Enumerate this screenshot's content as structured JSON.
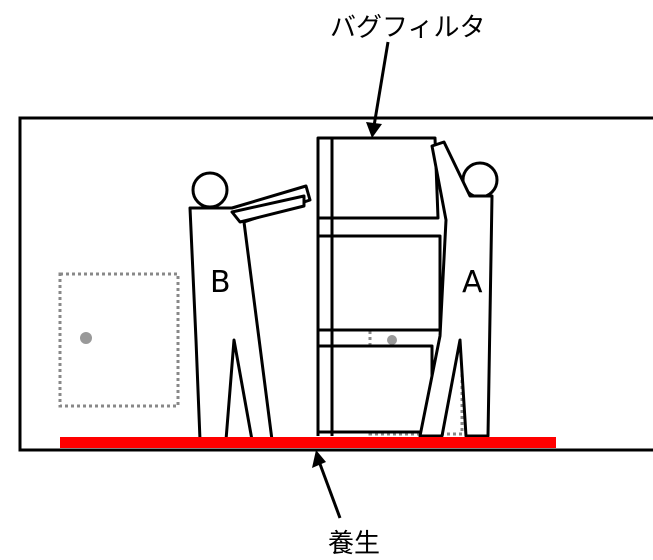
{
  "labels": {
    "filter": "バグフィルタ",
    "curing": "養生",
    "person_b": "B",
    "person_a": "A"
  },
  "colors": {
    "line": "#000000",
    "curing_sheet": "#ff0000",
    "dotted_box": "#888888",
    "dot": "#999999"
  }
}
